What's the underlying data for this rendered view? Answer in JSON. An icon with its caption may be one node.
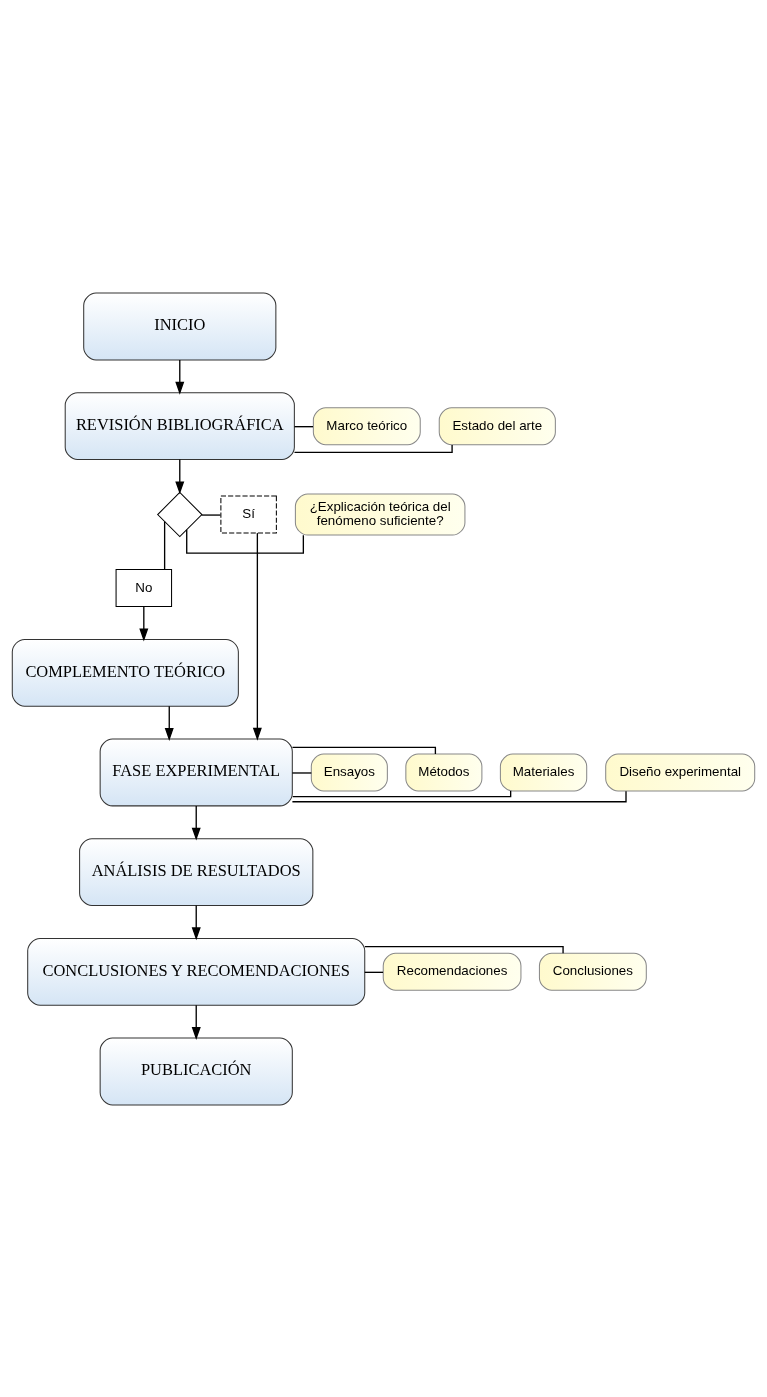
{
  "diagram": {
    "nodes": [
      {
        "text": [
          "INICIO"
        ]
      },
      {
        "text": [
          "REVISIÓN BIBLIOGRÁFICA"
        ]
      },
      {
        "text": [
          "Estado del arte"
        ]
      },
      {
        "text": [
          "Marco teórico"
        ]
      },
      {
        "text": [],
        "shape": "diamond"
      },
      {
        "text": [
          "¿Explicación teórica del fenómeno suficiente?"
        ]
      },
      {
        "text": [
          "Sí"
        ]
      },
      {
        "text": [
          "No"
        ]
      },
      {
        "text": [
          "COMPLEMENTO TEÓRICO"
        ]
      },
      {
        "text": [
          "FASE EXPERIMENTAL"
        ]
      },
      {
        "text": [
          "Diseño experimental"
        ]
      },
      {
        "text": [
          "Materiales"
        ]
      },
      {
        "text": [
          "Métodos"
        ]
      },
      {
        "text": [
          "Ensayos"
        ]
      },
      {
        "text": [
          "ANÁLISIS DE RESULTADOS"
        ]
      },
      {
        "text": [
          "CONCLUSIONES Y RECOMENDACIONES"
        ]
      },
      {
        "text": [
          "Conclusiones"
        ]
      },
      {
        "text": [
          "Recomendaciones"
        ]
      },
      {
        "text": [
          "PUBLICACIÓN"
        ]
      }
    ],
    "edges": [
      {
        "from": 0,
        "to": 1,
        "arrow": "to"
      },
      {
        "from": 1,
        "to": 2,
        "arrow": "none"
      },
      {
        "from": 1,
        "to": 3,
        "arrow": "none"
      },
      {
        "from": 1,
        "to": 4,
        "arrow": "to"
      },
      {
        "from": 4,
        "to": 5,
        "arrow": "none"
      },
      {
        "from": 4,
        "to": 6,
        "arrow": "none"
      },
      {
        "from": 6,
        "to": 9,
        "arrow": "to"
      },
      {
        "from": 4,
        "to": 7,
        "arrow": "none"
      },
      {
        "from": 7,
        "to": 8,
        "arrow": "to"
      },
      {
        "from": 8,
        "to": 9,
        "arrow": "to"
      },
      {
        "from": 9,
        "to": 10,
        "arrow": "none"
      },
      {
        "from": 9,
        "to": 11,
        "arrow": "none"
      },
      {
        "from": 9,
        "to": 12,
        "arrow": "none"
      },
      {
        "from": 9,
        "to": 13,
        "arrow": "none"
      },
      {
        "from": 9,
        "to": 14,
        "arrow": "to"
      },
      {
        "from": 14,
        "to": 15,
        "arrow": "to"
      },
      {
        "from": 15,
        "to": 16,
        "arrow": "none"
      },
      {
        "from": 15,
        "to": 17,
        "arrow": "none"
      },
      {
        "from": 15,
        "to": 18,
        "arrow": "to"
      }
    ]
  }
}
